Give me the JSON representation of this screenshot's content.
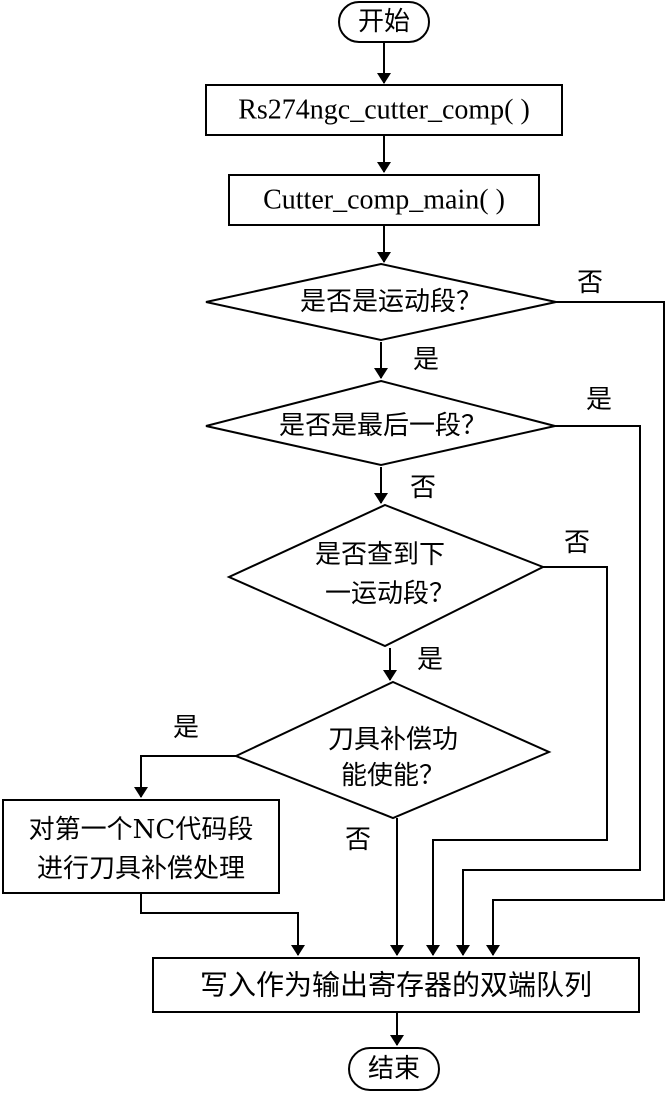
{
  "nodes": {
    "start": "开始",
    "rs274": "Rs274ngc_cutter_comp( )",
    "cutter_main": "Cutter_comp_main( )",
    "q_motion": "是否是运动段？",
    "q_last": "是否是最后一段？",
    "q_next_line1": "是否查到下",
    "q_next_line2": "一运动段？",
    "q_comp_line1": "刀具补偿功",
    "q_comp_line2": "能使能？",
    "comp_first_line1": "对第一个NC代码段",
    "comp_first_line2": "进行刀具补偿处理",
    "write_queue": "写入作为输出寄存器的双端队列",
    "end": "结束"
  },
  "labels": {
    "motion_no": "否",
    "motion_yes": "是",
    "last_yes": "是",
    "last_no": "否",
    "next_no": "否",
    "next_yes": "是",
    "comp_yes": "是",
    "comp_no": "否"
  }
}
